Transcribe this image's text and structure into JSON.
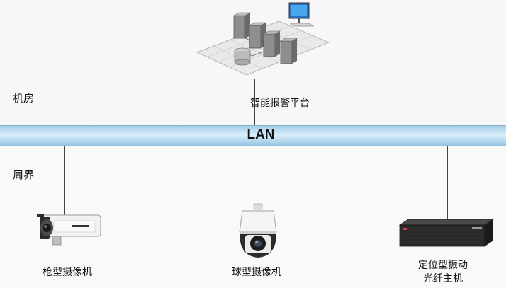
{
  "zones": {
    "machine_room": "机房",
    "perimeter": "周界"
  },
  "lan": {
    "label": "LAN"
  },
  "platform": {
    "label": "智能报警平台"
  },
  "devices": [
    {
      "label": "枪型摄像机"
    },
    {
      "label": "球型摄像机"
    },
    {
      "label": "定位型振动\n光纤主机"
    }
  ]
}
